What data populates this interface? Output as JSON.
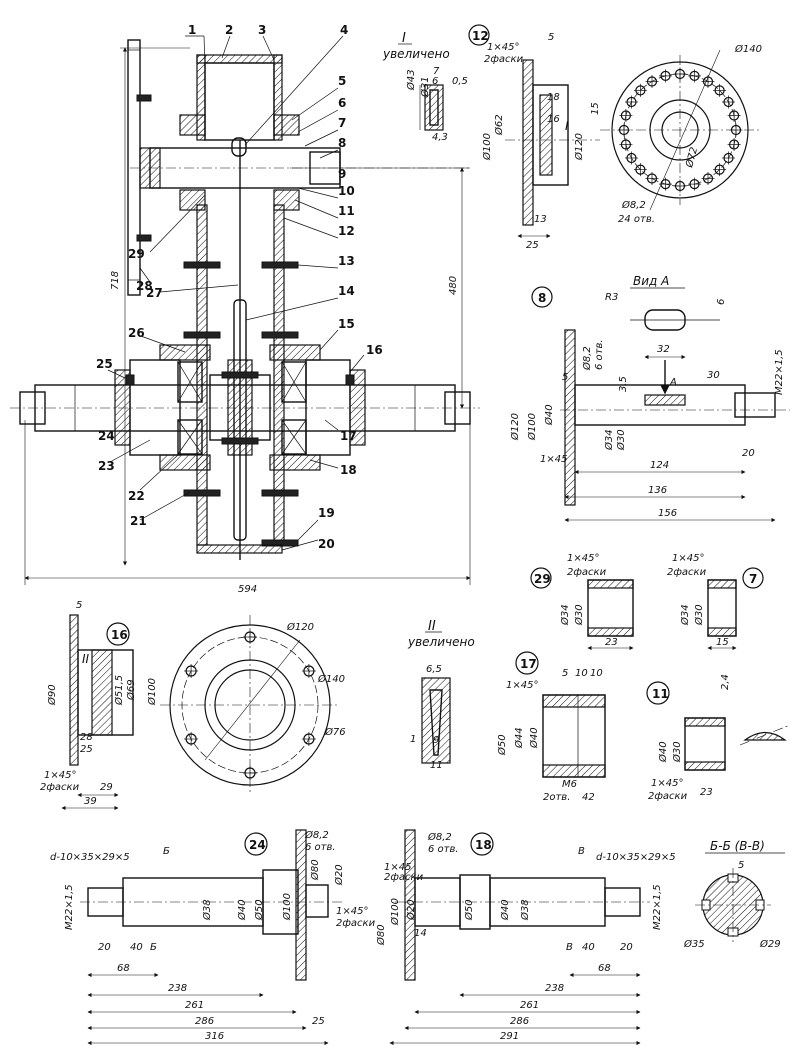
{
  "assembly": {
    "positions": [
      "1",
      "2",
      "3",
      "4",
      "5",
      "6",
      "7",
      "8",
      "9",
      "10",
      "11",
      "12",
      "13",
      "14",
      "15",
      "16",
      "17",
      "18",
      "19",
      "20",
      "21",
      "22",
      "23",
      "24",
      "25",
      "26",
      "27",
      "28",
      "29"
    ],
    "dims": {
      "height": "718",
      "width": "594",
      "center": "480"
    }
  },
  "detail_I": {
    "title": "I",
    "subtitle": "увеличено",
    "dims": [
      "Ø43",
      "Ø31",
      "7",
      "6",
      "0,5",
      "4,3"
    ]
  },
  "part12": {
    "number": "12",
    "chamfer": "1×45°",
    "chamfer_note": "2фаски",
    "dims": [
      "5",
      "Ø62",
      "Ø100",
      "Ø120",
      "18",
      "16",
      "13",
      "25",
      "15",
      "I"
    ],
    "bolt_circle": "Ø140",
    "inner": "Ø72",
    "holes": "Ø8,2",
    "holes_note": "24 отв."
  },
  "part8": {
    "number": "8",
    "view": "Вид А",
    "dims": [
      "R3",
      "6",
      "32",
      "A",
      "3,5",
      "30",
      "5",
      "Ø8,2",
      "6 отв.",
      "Ø120",
      "Ø100",
      "Ø40",
      "Ø34",
      "Ø30",
      "1×45",
      "M22×1,5",
      "20",
      "124",
      "136",
      "156"
    ]
  },
  "part29": {
    "number": "29",
    "chamfer": "1×45°",
    "chamfer_note": "2фаски",
    "dims": [
      "Ø34",
      "Ø30",
      "23"
    ]
  },
  "part7": {
    "number": "7",
    "chamfer": "1×45°",
    "chamfer_note": "2фаски",
    "dims": [
      "Ø34",
      "Ø30",
      "15"
    ]
  },
  "part16": {
    "number": "16",
    "dims": [
      "5",
      "Ø90",
      "II",
      "Ø51,5",
      "Ø69",
      "Ø100",
      "28",
      "25",
      "29",
      "39",
      "1×45°",
      "2фаски"
    ],
    "bolt_circle": "Ø120",
    "outer": "Ø140",
    "inner": "Ø76"
  },
  "detail_II": {
    "title": "II",
    "subtitle": "увеличено",
    "dims": [
      "6,5",
      "1",
      "9",
      "11"
    ]
  },
  "part17": {
    "number": "17",
    "dims": [
      "1×45°",
      "5",
      "10",
      "10",
      "Ø50",
      "Ø44",
      "Ø40",
      "M6",
      "2отв.",
      "42"
    ]
  },
  "part11": {
    "number": "11",
    "dims": [
      "2,4",
      "Ø40",
      "Ø30",
      "1×45°",
      "2фаски",
      "23"
    ]
  },
  "part24": {
    "number": "24",
    "spline": "d-10×35×29×5",
    "section_mark": "Б",
    "dims": [
      "Ø8,2",
      "6 отв.",
      "Ø80",
      "Ø100",
      "Ø20",
      "Ø50",
      "Ø40",
      "Ø38",
      "M22×1,5",
      "20",
      "40",
      "68",
      "238",
      "261",
      "286",
      "316",
      "25",
      "1×45°",
      "2фаски"
    ]
  },
  "part18": {
    "number": "18",
    "spline": "d-10×35×29×5",
    "section_mark": "В",
    "dims": [
      "Ø8,2",
      "6 отв.",
      "1×45",
      "2фаски",
      "Ø100",
      "Ø80",
      "Ø20",
      "Ø50",
      "Ø40",
      "Ø38",
      "14",
      "M22×1,5",
      "20",
      "40",
      "68",
      "238",
      "261",
      "286",
      "291"
    ]
  },
  "section": {
    "title": "Б-Б (В-В)",
    "dims": [
      "5",
      "Ø35",
      "Ø29"
    ]
  }
}
